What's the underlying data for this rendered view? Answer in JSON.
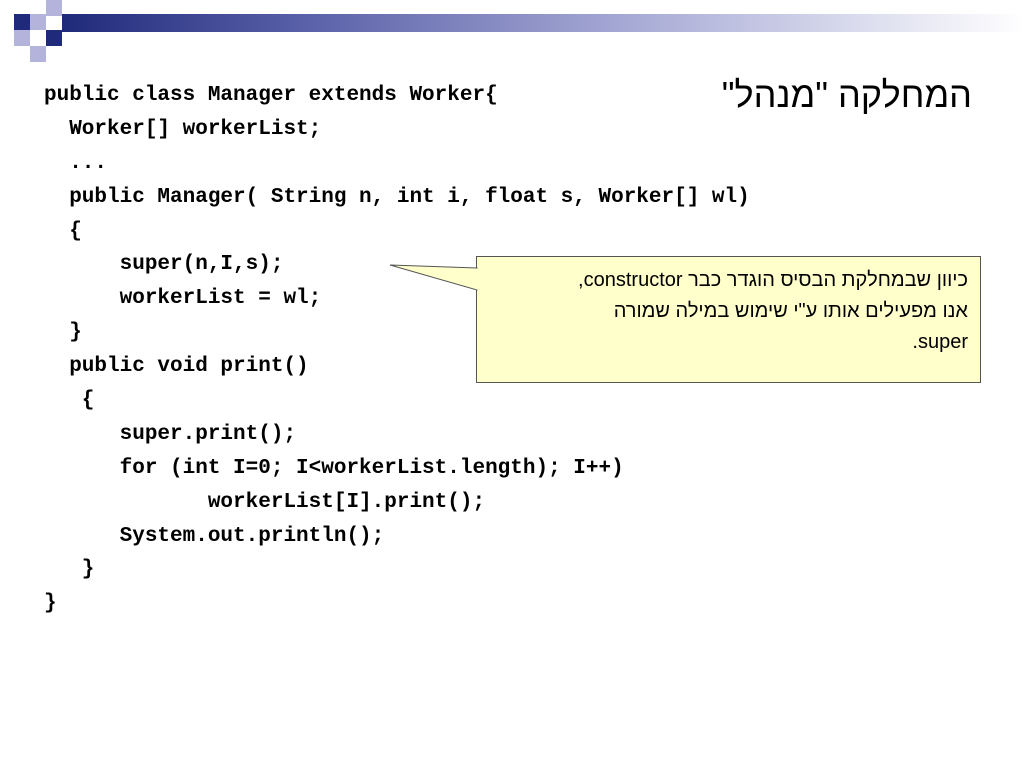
{
  "slide": {
    "title": "המחלקה \"מנהל\""
  },
  "code": {
    "lines": [
      "public class Manager extends Worker{",
      "  Worker[] workerList;",
      "  ...",
      "  public Manager( String n, int i, float s, Worker[] wl)",
      "  {",
      "      super(n,I,s);",
      "      workerList = wl;",
      "  }",
      "  public void print()",
      "   {",
      "      super.print();",
      "      for (int I=0; I<workerList.length); I++)",
      "             workerList[I].print();",
      "      System.out.println();",
      "   }",
      "}"
    ]
  },
  "callout": {
    "lines": [
      "כיוון שבמחלקת הבסיס הוגדר כבר constructor,",
      "אנו מפעילים אותו ע\"י שימוש במילה שמורה",
      "super."
    ]
  },
  "colors": {
    "accent_navy": "#1f2a7a",
    "accent_lavender": "#b3b3dc",
    "callout_fill": "#ffffcc"
  }
}
